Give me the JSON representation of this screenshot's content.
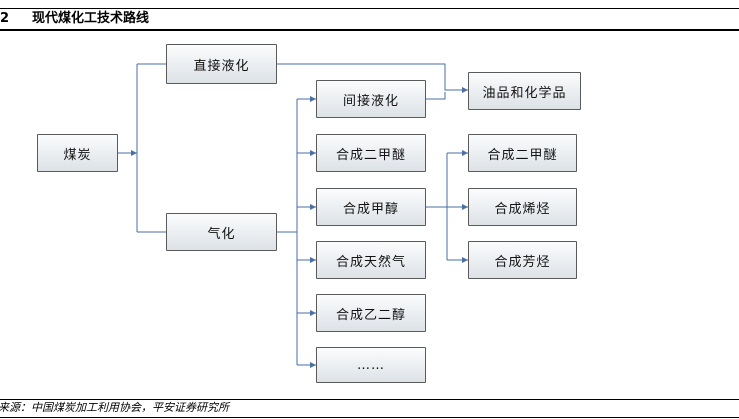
{
  "figure": {
    "number": "2",
    "title": "现代煤化工技术路线"
  },
  "nodes": {
    "coal": "煤炭",
    "direct_liquefaction": "直接液化",
    "gasification": "气化",
    "indirect_liquefaction": "间接液化",
    "oil_chemicals": "油品和化学品",
    "dme": "合成二甲醚",
    "methanol": "合成甲醇",
    "natural_gas": "合成天然气",
    "ethylene_glycol": "合成乙二醇",
    "more": "……",
    "methanol_dme": "合成二甲醚",
    "olefins": "合成烯烃",
    "aromatics": "合成芳烃"
  },
  "source": "来源：中国煤炭加工利用协会，平安证券研究所",
  "colors": {
    "connector": "#4a6fa5",
    "node_border": "#5a5a5a"
  }
}
